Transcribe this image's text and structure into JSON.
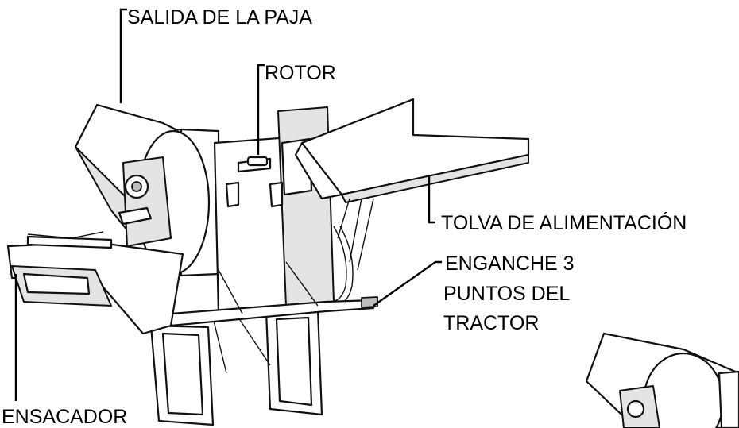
{
  "labels": {
    "straw_outlet": "SALIDA DE LA PAJA",
    "rotor": "ROTOR",
    "feed_hopper": "TOLVA DE ALIMENTACIÓN",
    "hitch_line1": "ENGANCHE 3",
    "hitch_line2": "PUNTOS DEL",
    "hitch_line3": "TRACTOR",
    "bagger": "ENSACADOR"
  }
}
